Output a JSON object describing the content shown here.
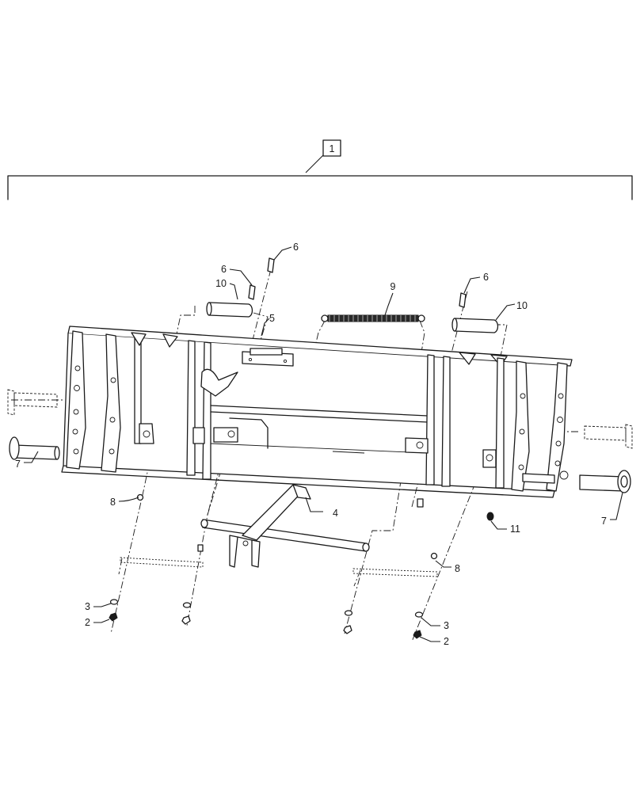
{
  "diagram": {
    "assembly_callout": "1",
    "callouts": [
      {
        "id": "c-2-left",
        "label": "2"
      },
      {
        "id": "c-3-left",
        "label": "3"
      },
      {
        "id": "c-4",
        "label": "4"
      },
      {
        "id": "c-5",
        "label": "5"
      },
      {
        "id": "c-6-a",
        "label": "6"
      },
      {
        "id": "c-6-b",
        "label": "6"
      },
      {
        "id": "c-6-c",
        "label": "6"
      },
      {
        "id": "c-7-left",
        "label": "7"
      },
      {
        "id": "c-7-right",
        "label": "7"
      },
      {
        "id": "c-8-left",
        "label": "8"
      },
      {
        "id": "c-8-right",
        "label": "8"
      },
      {
        "id": "c-9",
        "label": "9"
      },
      {
        "id": "c-10-left",
        "label": "10"
      },
      {
        "id": "c-10-right",
        "label": "10"
      },
      {
        "id": "c-11",
        "label": "11"
      },
      {
        "id": "c-3-right",
        "label": "3"
      },
      {
        "id": "c-2-right",
        "label": "2"
      }
    ]
  }
}
